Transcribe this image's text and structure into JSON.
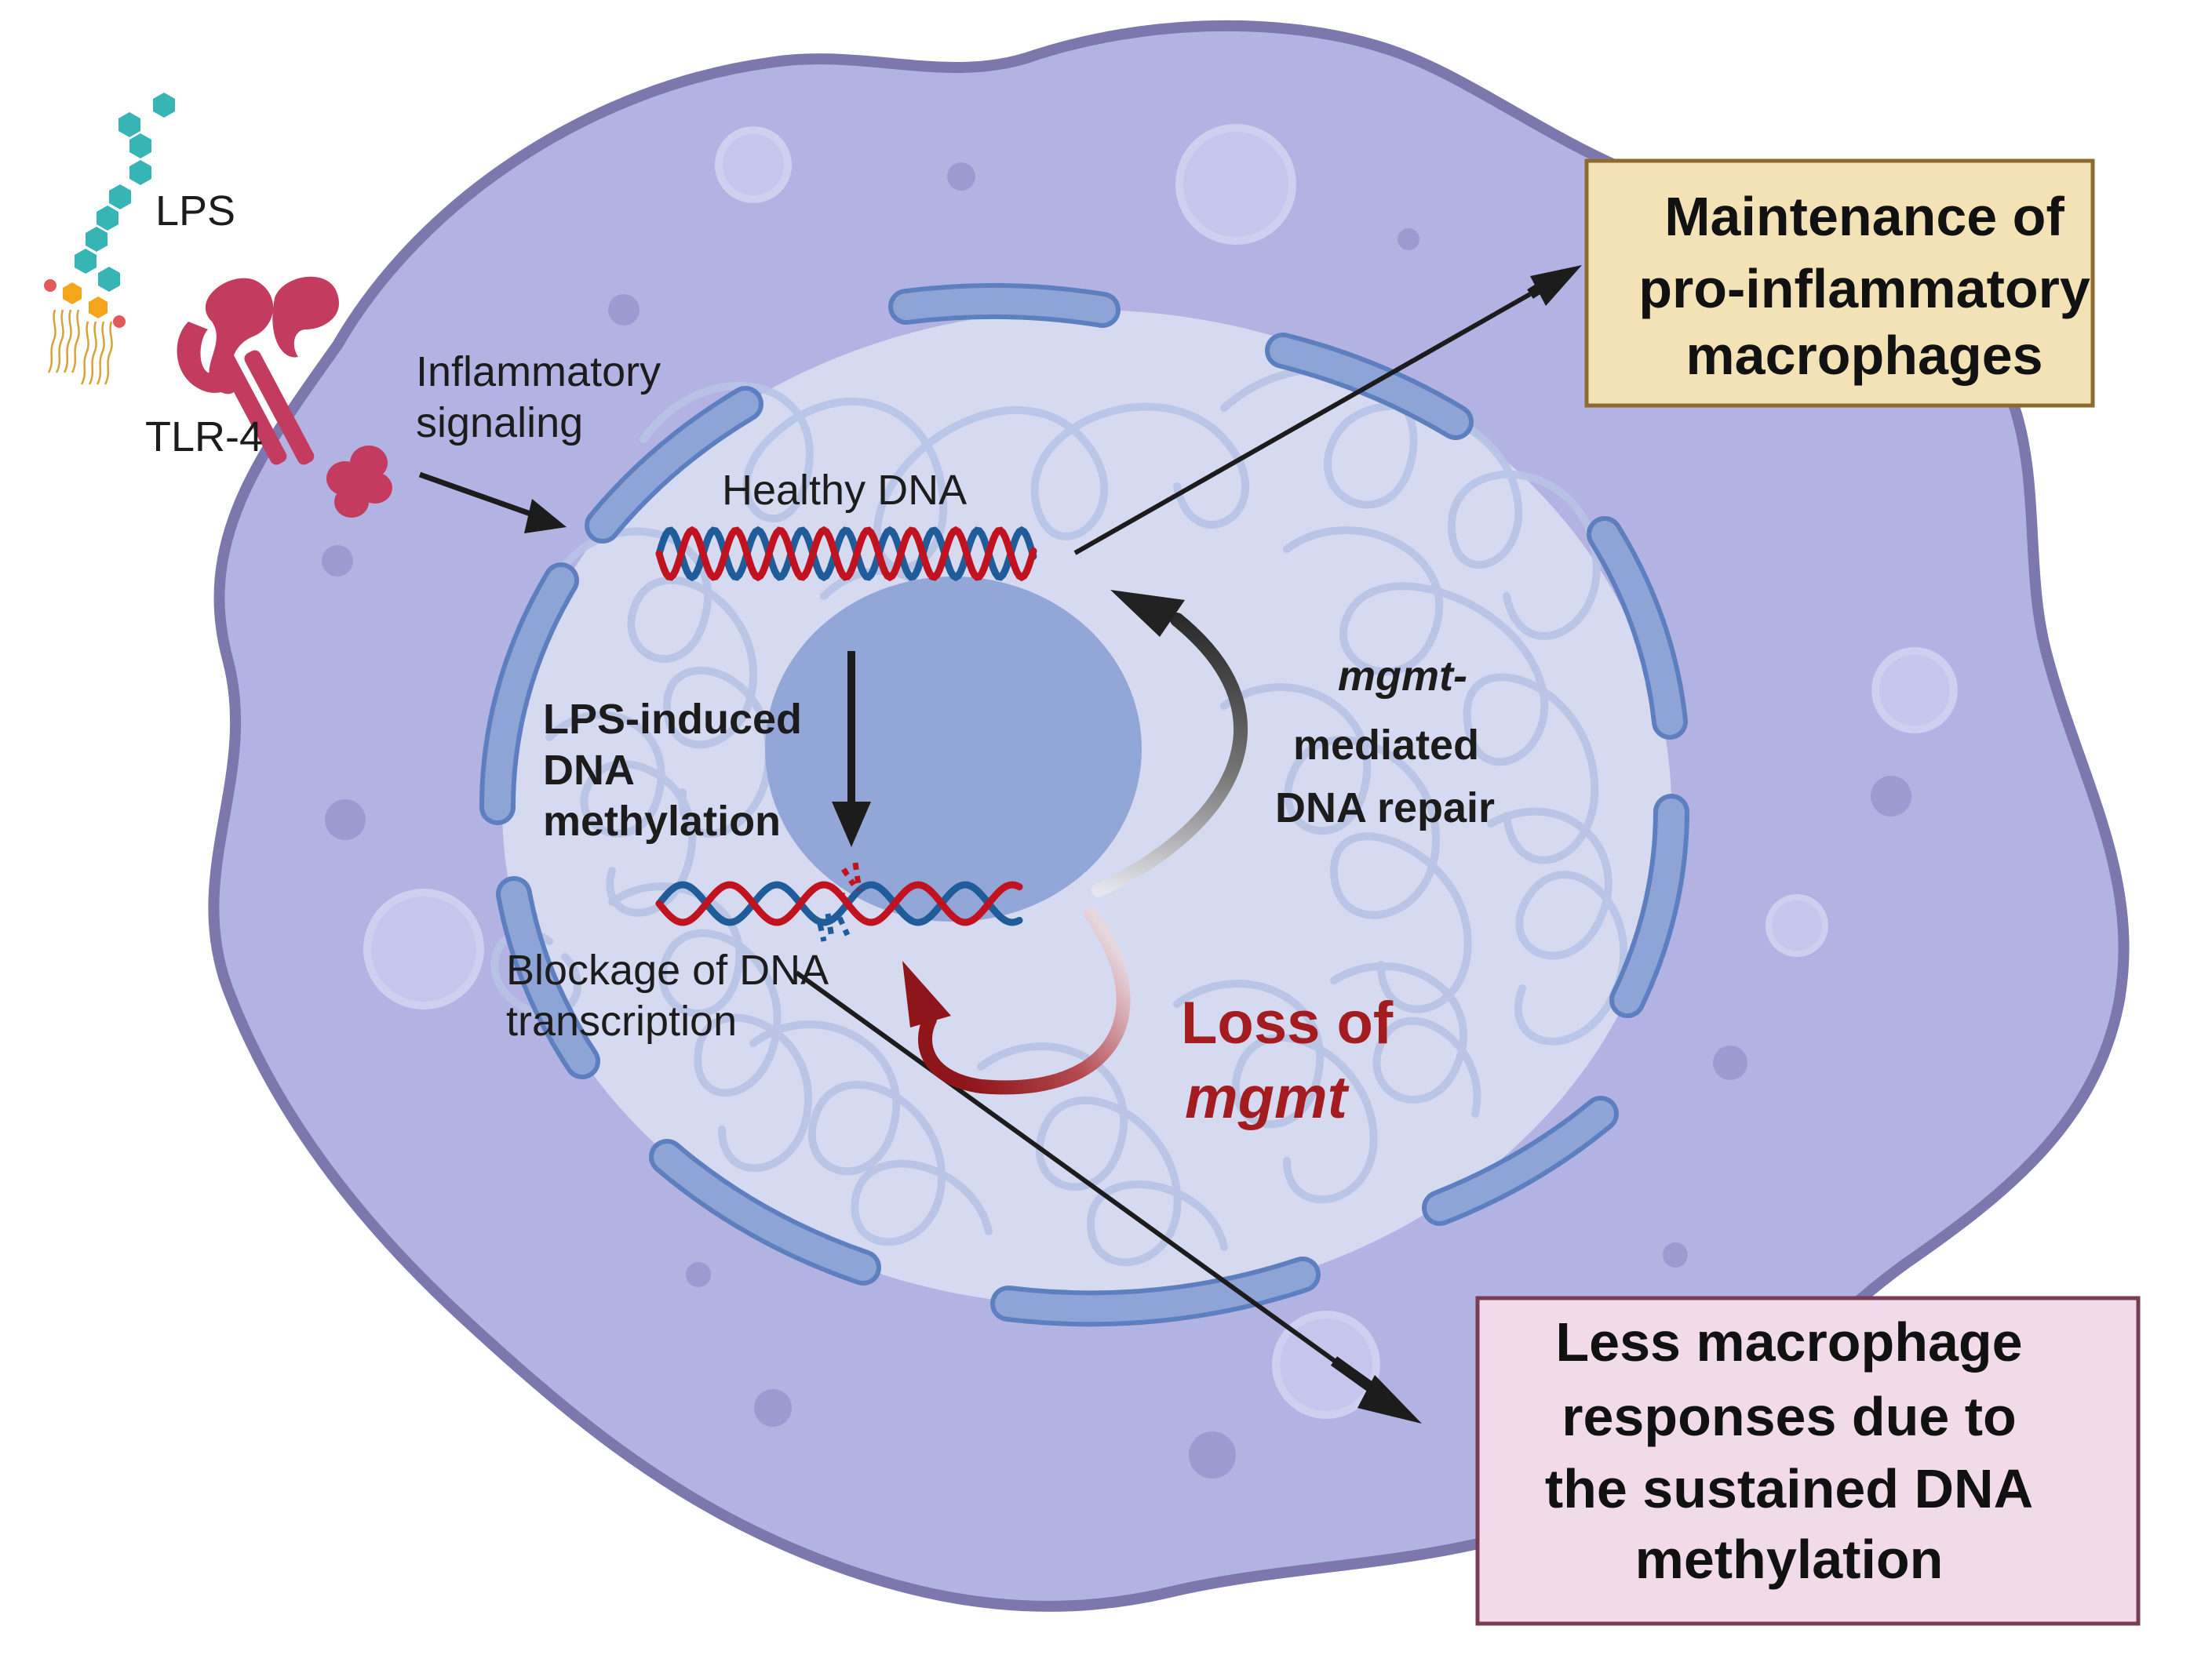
{
  "labels": {
    "lps": "LPS",
    "tlr4": "TLR-4",
    "inflammatory_line1": "Inflammatory",
    "inflammatory_line2": "signaling",
    "healthy_dna": "Healthy DNA",
    "lps_induced_line1": "LPS-induced",
    "lps_induced_line2": "DNA",
    "lps_induced_line3": "methylation",
    "mgmt_repair_line1": "mgmt-",
    "mgmt_repair_line2": "mediated",
    "mgmt_repair_line3": "DNA repair",
    "blockage_line1": "Blockage of DNA",
    "blockage_line2": "transcription",
    "loss_line1": "Loss of",
    "loss_line2": "mgmt"
  },
  "boxes": {
    "top": {
      "line1": "Maintenance of",
      "line2": "pro-inflammatory",
      "line3": "macrophages"
    },
    "bottom": {
      "line1": "Less macrophage",
      "line2": "responses due to",
      "line3": "the sustained DNA",
      "line4": "methylation"
    }
  },
  "colors": {
    "cell_fill": "#b3b3e3",
    "cell_edge": "#7c78ad",
    "nucleus_fill": "#d6daf0",
    "envelope": "#8ea4d6",
    "nucleolus": "#92a6d8",
    "dna_red": "#c1121f",
    "dna_blue": "#1f5c99",
    "loss_red": "#a31c20",
    "top_box_fill": "#f2e2b6",
    "top_box_border": "#8c6b2e",
    "bottom_box_fill": "#f1dbe8",
    "bottom_box_border": "#7a3b55",
    "lps_teal": "#37b5b5",
    "lps_orange": "#f4a51c",
    "tlr4_pink": "#c33b5e"
  }
}
